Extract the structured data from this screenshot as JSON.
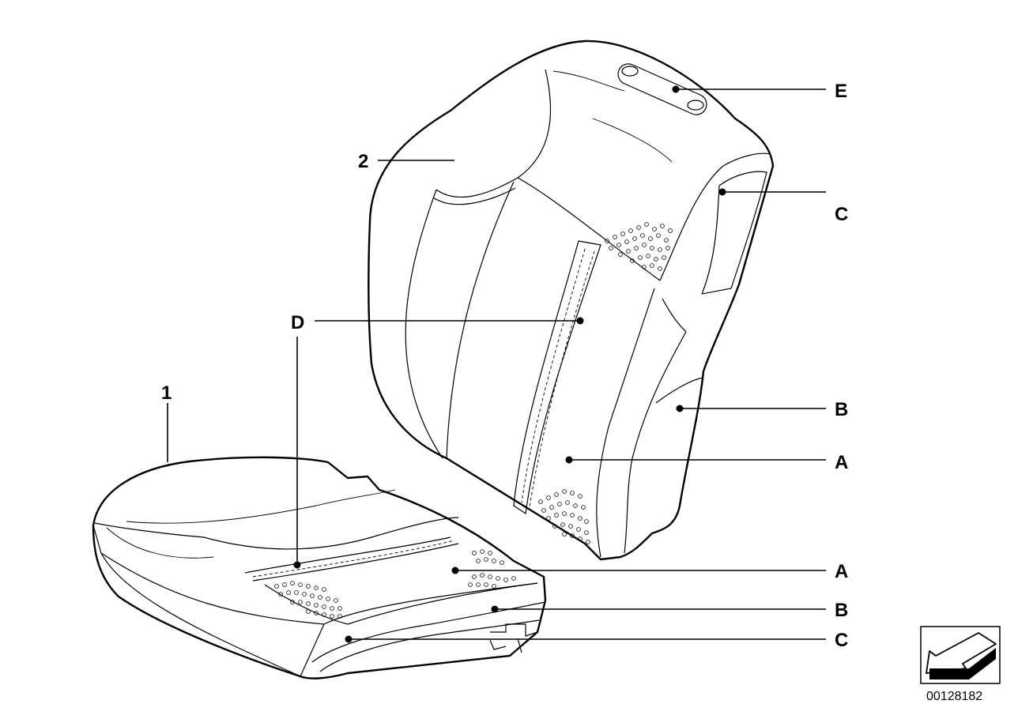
{
  "diagram": {
    "callouts": {
      "seat_cushion": "1",
      "backrest": "2",
      "backrest_center": "A",
      "backrest_bolster": "B",
      "backrest_shoulder": "C",
      "backrest_piping": "D",
      "headrest_opening": "E",
      "cushion_center": "A",
      "cushion_bolster": "B",
      "cushion_front": "C"
    },
    "part_number": "00128182",
    "colors": {
      "line": "#000000",
      "background": "#ffffff"
    },
    "icons": [
      "direction-arrow-icon"
    ]
  }
}
